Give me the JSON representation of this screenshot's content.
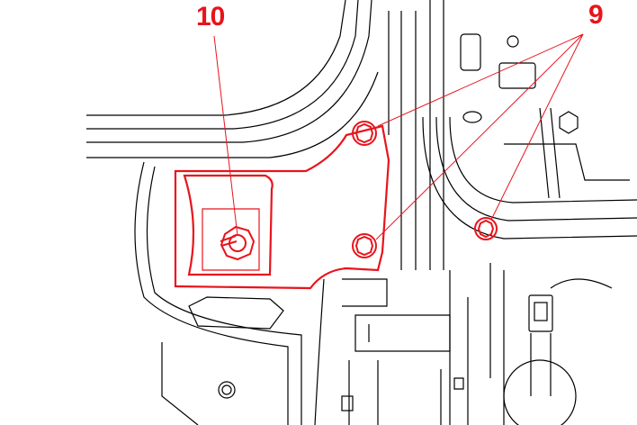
{
  "callouts": [
    {
      "number": "10",
      "part": "stud-nut"
    },
    {
      "number": "9",
      "part": "bolts"
    }
  ],
  "colors": {
    "highlight": "#e8141c",
    "line": "#000000"
  }
}
